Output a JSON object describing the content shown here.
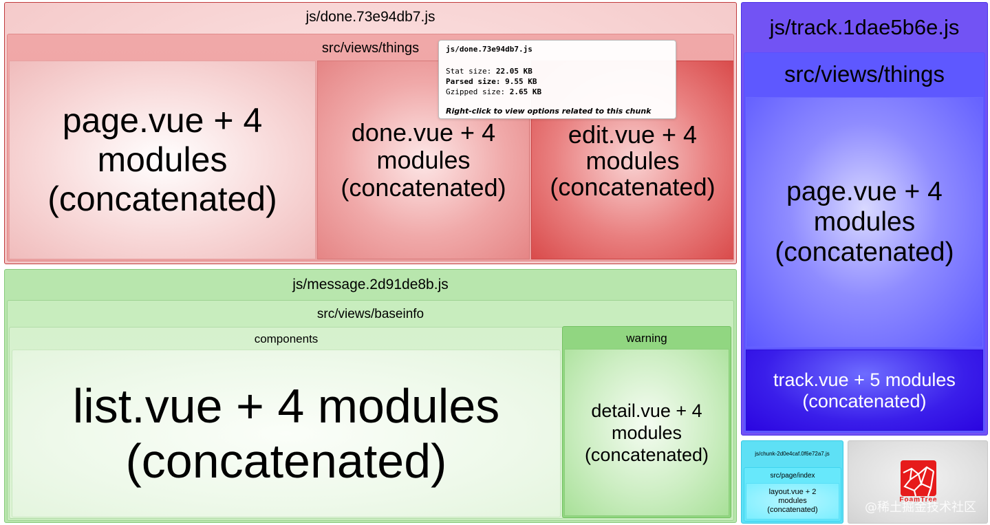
{
  "toggle": {
    "label": ">"
  },
  "chunks": {
    "done": {
      "name": "js/done.73e94db7.js",
      "group": "src/views/things",
      "modules": [
        {
          "line1": "page.vue + 4",
          "line2": "modules",
          "line3": "(concatenated)"
        },
        {
          "line1": "done.vue + 4",
          "line2": "modules",
          "line3": "(concatenated)"
        },
        {
          "line1": "edit.vue + 4",
          "line2": "modules",
          "line3": "(concatenated)"
        }
      ],
      "color": "#f3c6c6"
    },
    "message": {
      "name": "js/message.2d91de8b.js",
      "group": "src/views/baseinfo",
      "components": {
        "label": "components",
        "module": {
          "line1": "list.vue + 4 modules",
          "line2": "(concatenated)"
        }
      },
      "warning": {
        "label": "warning",
        "module": {
          "line1": "detail.vue + 4",
          "line2": "modules",
          "line3": "(concatenated)"
        }
      },
      "color": "#b8e6ad"
    },
    "track": {
      "name": "js/track.1dae5b6e.js",
      "group": "src/views/things",
      "modules": [
        {
          "line1": "page.vue + 4",
          "line2": "modules",
          "line3": "(concatenated)"
        },
        {
          "line1": "track.vue + 5 modules",
          "line2": "(concatenated)"
        }
      ],
      "color": "#7253f4"
    },
    "chunk": {
      "name": "js/chunk-2d0e4caf.0f6e72a7.js",
      "group": "src/page/index",
      "module": {
        "line1": "layout.vue + 2",
        "line2": "modules",
        "line3": "(concatenated)"
      },
      "color": "#5ee0f5"
    }
  },
  "tooltip": {
    "title": "js/done.73e94db7.js",
    "stat_label": "Stat size:",
    "stat_value": "22.05 KB",
    "parsed_label": "Parsed size:",
    "parsed_value": "9.55 KB",
    "gzipped_label": "Gzipped size:",
    "gzipped_value": "2.65 KB",
    "hint": "Right-click to view options related to this chunk"
  },
  "logo": {
    "text": "FoamTree"
  },
  "watermark": "@稀土掘金技术社区"
}
